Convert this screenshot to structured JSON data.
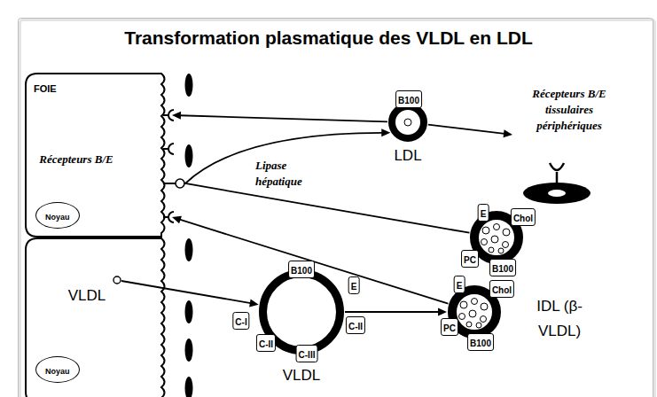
{
  "diagram": {
    "title": "Transformation plasmatique des VLDL en LDL",
    "nodes": [
      {
        "text": [
          "FOIE",
          "Récepteurs B/E"
        ]
      },
      {
        "text": [
          "Noyau"
        ],
        "in": 0
      },
      {
        "text": [
          "LDL"
        ]
      },
      {
        "text": [
          "B100"
        ],
        "in": 2
      },
      {
        "text": [
          "Récepteurs B/E tissulaires périphériques"
        ]
      },
      {
        "text": []
      },
      {
        "text": [
          "E"
        ],
        "in": 5
      },
      {
        "text": [
          "Chol"
        ],
        "in": 5
      },
      {
        "text": [
          "PC"
        ],
        "in": 5
      },
      {
        "text": [
          "B100"
        ],
        "in": 5
      },
      {
        "text": [
          "VLDL"
        ]
      },
      {
        "text": [
          "Noyau"
        ],
        "in": 10
      },
      {
        "text": [
          "VLDL"
        ]
      },
      {
        "text": [
          "B100"
        ],
        "in": 12
      },
      {
        "text": [
          "C-I"
        ],
        "in": 12
      },
      {
        "text": [
          "E"
        ],
        "in": 12
      },
      {
        "text": [
          "C-II"
        ],
        "in": 12
      },
      {
        "text": [
          "C-III"
        ],
        "in": 12
      },
      {
        "text": [
          "C-II"
        ],
        "in": 12
      },
      {
        "text": [
          "IDL (β-VLDL)"
        ]
      },
      {
        "text": [
          "E"
        ],
        "in": 19
      },
      {
        "text": [
          "Chol"
        ],
        "in": 19
      },
      {
        "text": [
          "PC"
        ],
        "in": 19
      },
      {
        "text": [
          "B100"
        ],
        "in": 19
      }
    ],
    "edges": [
      {
        "from": 2,
        "to": 0,
        "arrow": "to"
      },
      {
        "from": 2,
        "to": 4,
        "arrow": "to"
      },
      {
        "from": 5,
        "to": 2,
        "arrow": "to",
        "label": "Lipase hépatique"
      },
      {
        "from": 19,
        "to": 0,
        "arrow": "to"
      },
      {
        "from": 10,
        "to": 12,
        "arrow": "to"
      },
      {
        "from": 12,
        "to": 19,
        "arrow": "to"
      }
    ]
  }
}
